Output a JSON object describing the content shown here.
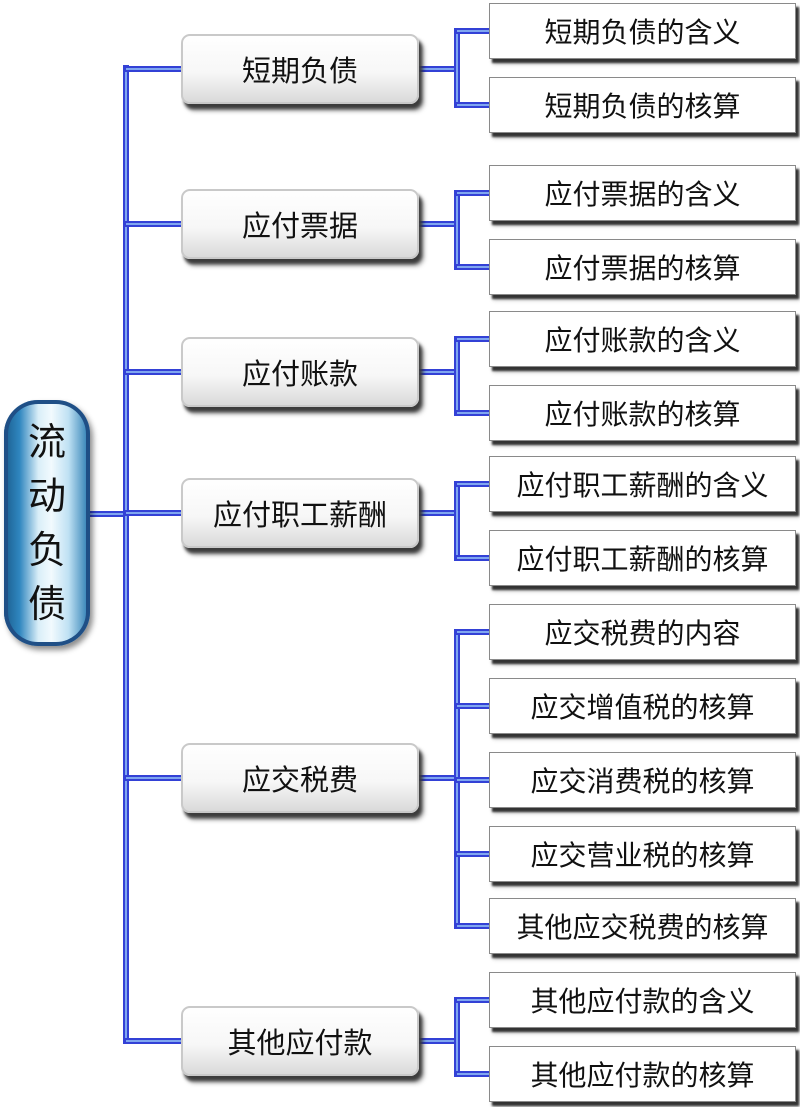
{
  "diagram": {
    "root": {
      "chars": [
        "流",
        "动",
        "负",
        "债"
      ]
    },
    "branches": [
      {
        "label": "短期负债",
        "children": [
          "短期负债的含义",
          "短期负债的核算"
        ]
      },
      {
        "label": "应付票据",
        "children": [
          "应付票据的含义",
          "应付票据的核算"
        ]
      },
      {
        "label": "应付账款",
        "children": [
          "应付账款的含义",
          "应付账款的核算"
        ]
      },
      {
        "label": "应付职工薪酬",
        "children": [
          "应付职工薪酬的含义",
          "应付职工薪酬的核算"
        ]
      },
      {
        "label": "应交税费",
        "children": [
          "应交税费的内容",
          "应交增值税的核算",
          "应交消费税的核算",
          "应交营业税的核算",
          "其他应交税费的核算"
        ]
      },
      {
        "label": "其他应付款",
        "children": [
          "其他应付款的含义",
          "其他应付款的核算"
        ]
      }
    ],
    "colors": {
      "connector": "#3341d6",
      "connector_light": "#7fa6f0",
      "root_border": "#1f4f86"
    }
  }
}
